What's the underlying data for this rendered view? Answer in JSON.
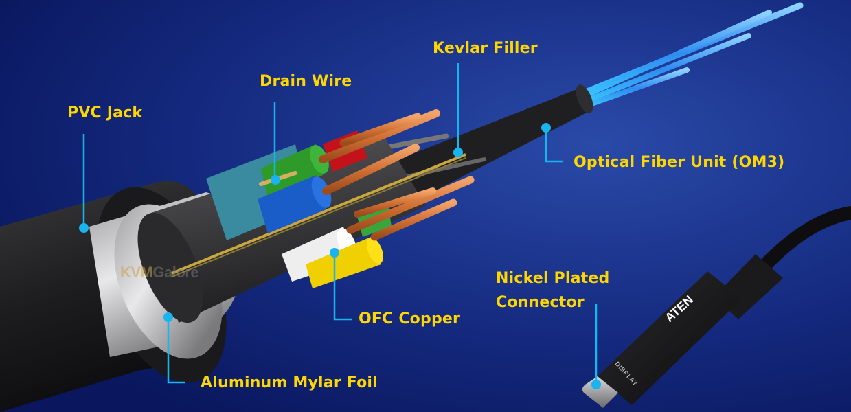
{
  "diagram": {
    "title": "Optical HDMI/DisplayPort hybrid cable cross-section",
    "labels": [
      {
        "id": "pvc-jack",
        "text": "PVC Jack"
      },
      {
        "id": "drain-wire",
        "text": "Drain Wire"
      },
      {
        "id": "kevlar-filler",
        "text": "Kevlar Filler"
      },
      {
        "id": "optical-fiber-unit",
        "text": "Optical Fiber Unit (OM3)"
      },
      {
        "id": "ofc-copper",
        "text": "OFC Copper"
      },
      {
        "id": "aluminum-mylar-foil",
        "text": "Aluminum Mylar Foil"
      },
      {
        "id": "nickel-plated-connector",
        "text": "Nickel Plated Connector",
        "lines": [
          "Nickel Plated",
          "Connector"
        ]
      }
    ],
    "connector": {
      "brand": "ATEN",
      "marking": "DISPLAY"
    },
    "watermark": {
      "part1": "KVM",
      "part2": "Galore"
    },
    "colors": {
      "background": "#0c1d6b",
      "label_text": "#ffd700",
      "leader_line": "#18b4f0",
      "copper": "#d77a3c",
      "fiber": "#3fa7ff"
    }
  }
}
